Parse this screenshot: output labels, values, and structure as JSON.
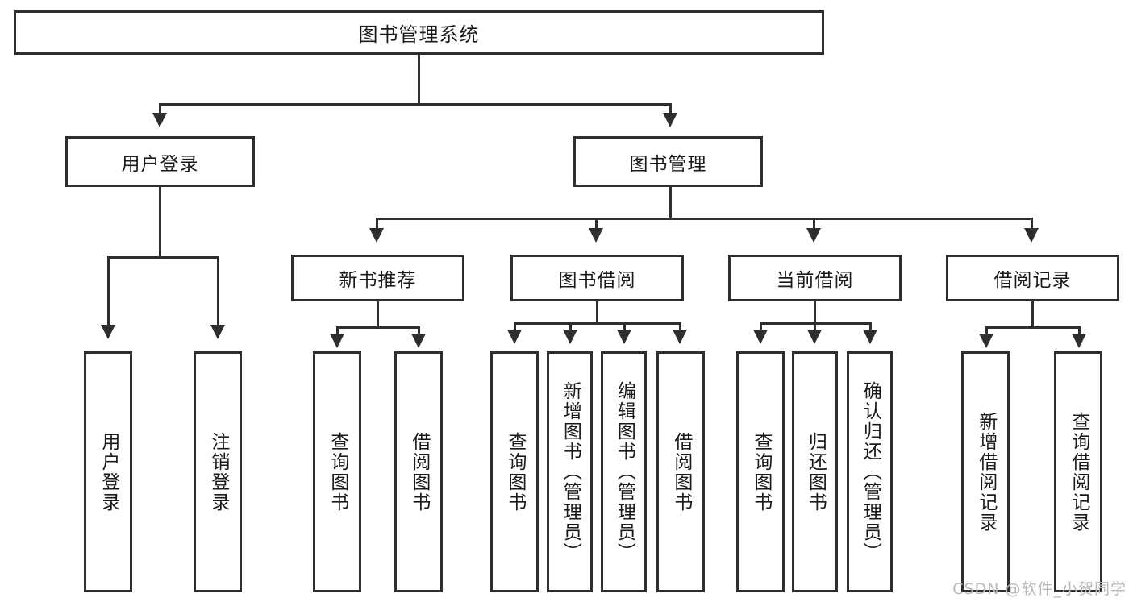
{
  "diagram": {
    "type": "tree-hierarchy",
    "title": "图书管理系统",
    "watermark": "CSDN @软件_小贺同学",
    "root": {
      "id": "root",
      "label": "图书管理系统"
    },
    "level2": [
      {
        "id": "user-login",
        "label": "用户登录"
      },
      {
        "id": "book-manage",
        "label": "图书管理"
      }
    ],
    "level3": [
      {
        "id": "new-book-recommend",
        "label": "新书推荐",
        "parent": "book-manage"
      },
      {
        "id": "book-borrow",
        "label": "图书借阅",
        "parent": "book-manage"
      },
      {
        "id": "current-borrow",
        "label": "当前借阅",
        "parent": "book-manage"
      },
      {
        "id": "borrow-record",
        "label": "借阅记录",
        "parent": "book-manage"
      }
    ],
    "leaves": [
      {
        "id": "leaf-user-login",
        "label": "用户登录",
        "parent": "user-login"
      },
      {
        "id": "leaf-logout-login",
        "label": "注销登录",
        "parent": "user-login"
      },
      {
        "id": "leaf-query-book-1",
        "label": "查询图书",
        "parent": "new-book-recommend"
      },
      {
        "id": "leaf-borrow-book-1",
        "label": "借阅图书",
        "parent": "new-book-recommend"
      },
      {
        "id": "leaf-query-book-2",
        "label": "查询图书",
        "parent": "book-borrow"
      },
      {
        "id": "leaf-add-book",
        "label": "新增图书（管理员）",
        "parent": "book-borrow"
      },
      {
        "id": "leaf-edit-book",
        "label": "编辑图书（管理员）",
        "parent": "book-borrow"
      },
      {
        "id": "leaf-borrow-book-2",
        "label": "借阅图书",
        "parent": "book-borrow"
      },
      {
        "id": "leaf-query-book-3",
        "label": "查询图书",
        "parent": "current-borrow"
      },
      {
        "id": "leaf-return-book",
        "label": "归还图书",
        "parent": "current-borrow"
      },
      {
        "id": "leaf-confirm-return",
        "label": "确认归还（管理员）",
        "parent": "current-borrow"
      },
      {
        "id": "leaf-add-record",
        "label": "新增借阅记录",
        "parent": "borrow-record"
      },
      {
        "id": "leaf-query-record",
        "label": "查询借阅记录",
        "parent": "borrow-record"
      }
    ],
    "colors": {
      "stroke": "#2e2e2e",
      "fill": "#ffffff",
      "text": "#1a1a1a",
      "watermark": "#b9b9b9"
    }
  }
}
